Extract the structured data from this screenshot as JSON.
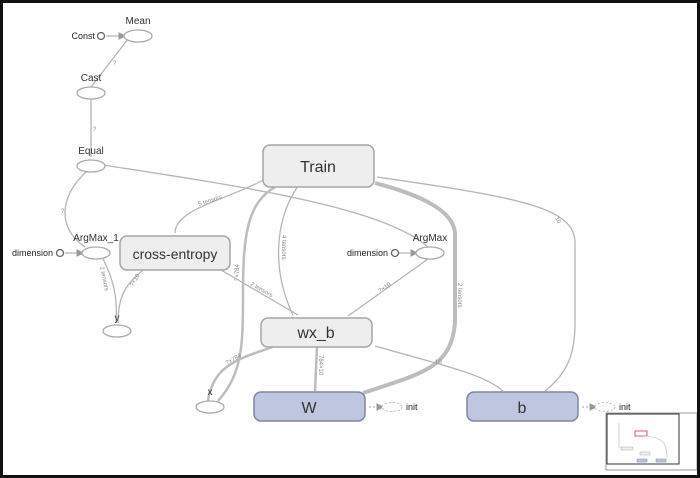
{
  "nodes": {
    "mean": "Mean",
    "const": "Const",
    "cast": "Cast",
    "equal": "Equal",
    "argmax_1": "ArgMax_1",
    "dimension_1": "dimension",
    "y": "y",
    "x": "x",
    "train": "Train",
    "cross_entropy": "cross-entropy",
    "wx_b": "wx_b",
    "W": "W",
    "b": "b",
    "argmax": "ArgMax",
    "dimension_2": "dimension",
    "init_w": "init",
    "init_b": "init"
  },
  "edges": {
    "cast_mean": "?",
    "equal_cast": "?",
    "argmax1_equal": "?",
    "ce_train": "5 tensors",
    "wxb_train": "4 tensors",
    "x_train": "?×784",
    "wxb_ce": "2 tensors",
    "y_ce": "?×10",
    "y_argmax1": "2 tensors",
    "wxb_argmax": "?×10",
    "w_train": "2 tensors",
    "b_train": "10",
    "b_wxb": "10",
    "w_wxb": "784×10",
    "x_wxb": "?×784"
  },
  "colors": {
    "variable_fill": "#bfc7e0",
    "op_fill": "#eeeeee",
    "minimap_viewport": "#e0585b"
  }
}
